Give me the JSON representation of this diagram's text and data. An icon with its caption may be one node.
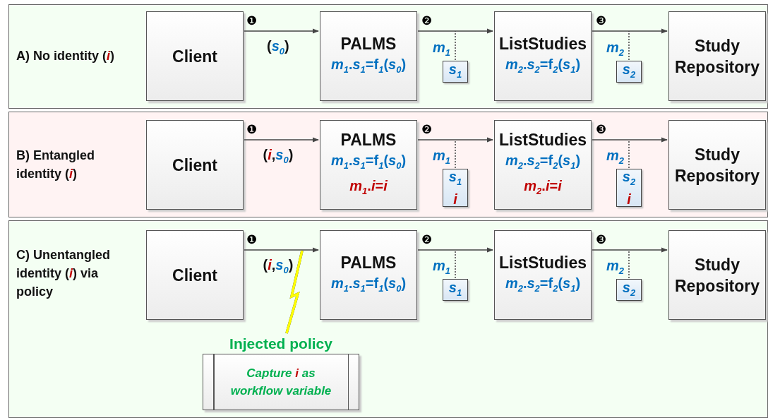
{
  "diagram": {
    "nodes": [
      {
        "text": [
          "A) No identity (*i*)"
        ]
      },
      {
        "text": [
          "Client"
        ],
        "in": 0
      },
      {
        "text": [
          "PALMS",
          "*m*$_{1}$.*s*$_{1}$=f$_{1}$(*s*$_{0}$)"
        ],
        "in": 0
      },
      {
        "text": [
          "*s*$_{1}$"
        ],
        "in": 0,
        "beside": [
          "*m*$_{1}$"
        ]
      },
      {
        "text": [
          "ListStudies",
          "*m*$_{2}$.*s*$_{2}$=f$_{2}$(*s*$_{1}$)"
        ],
        "in": 0
      },
      {
        "text": [
          "*s*$_{2}$"
        ],
        "in": 0,
        "beside": [
          "*m*$_{2}$"
        ]
      },
      {
        "text": [
          "Study Repository"
        ],
        "in": 0
      },
      {
        "text": [
          "B) Entangled identity (*i*)"
        ]
      },
      {
        "text": [
          "Client"
        ],
        "in": 7
      },
      {
        "text": [
          "PALMS",
          "*m*$_{1}$.*s*$_{1}$=f$_{1}$(*s*$_{0}$)",
          "*m*$_{1}$.*i*=*i*"
        ],
        "in": 7
      },
      {
        "text": [
          "*s*$_{1}$",
          "*i*"
        ],
        "in": 7,
        "beside": [
          "*m*$_{1}$"
        ]
      },
      {
        "text": [
          "ListStudies",
          "*m*$_{2}$.*s*$_{2}$=f$_{2}$(*s*$_{1}$)",
          "*m*$_{2}$.*i*=*i*"
        ],
        "in": 7
      },
      {
        "text": [
          "*s*$_{2}$",
          "*i*"
        ],
        "in": 7,
        "beside": [
          "*m*$_{2}$"
        ]
      },
      {
        "text": [
          "Study Repository"
        ],
        "in": 7
      },
      {
        "text": [
          "C) Unentangled identity (*i*) via policy"
        ]
      },
      {
        "text": [
          "Client"
        ],
        "in": 14
      },
      {
        "text": [
          "PALMS",
          "*m*$_{1}$.*s*$_{1}$=f$_{1}$(*s*$_{0}$)"
        ],
        "in": 14
      },
      {
        "text": [
          "*s*$_{1}$"
        ],
        "in": 14,
        "beside": [
          "*m*$_{1}$"
        ]
      },
      {
        "text": [
          "ListStudies",
          "*m*$_{2}$.*s*$_{2}$=f$_{2}$(*s*$_{1}$)"
        ],
        "in": 14
      },
      {
        "text": [
          "*s*$_{2}$"
        ],
        "in": 14,
        "beside": [
          "*m*$_{2}$"
        ]
      },
      {
        "text": [
          "Study Repository"
        ],
        "in": 14
      },
      {
        "text": [
          "Injected policy",
          "Capture *i* as workflow variable"
        ],
        "in": 14
      }
    ],
    "edges": [
      {
        "from": 1,
        "to": 2,
        "arrow": "to",
        "label": "(*s*$_{0}$)"
      },
      {
        "from": 2,
        "to": 4,
        "arrow": "to"
      },
      {
        "from": 4,
        "to": 6,
        "arrow": "to"
      },
      {
        "from": 3,
        "to": null,
        "arrow": "none",
        "style": "dashed"
      },
      {
        "from": 5,
        "to": null,
        "arrow": "none",
        "style": "dashed"
      },
      {
        "from": 8,
        "to": 9,
        "arrow": "to",
        "label": "(*i*,*s*$_{0}$)"
      },
      {
        "from": 9,
        "to": 11,
        "arrow": "to"
      },
      {
        "from": 11,
        "to": 13,
        "arrow": "to"
      },
      {
        "from": 10,
        "to": null,
        "arrow": "none",
        "style": "dashed"
      },
      {
        "from": 12,
        "to": null,
        "arrow": "none",
        "style": "dashed"
      },
      {
        "from": 15,
        "to": 16,
        "arrow": "to",
        "label": "(*i*,*s*$_{0}$)"
      },
      {
        "from": 16,
        "to": 18,
        "arrow": "to"
      },
      {
        "from": 18,
        "to": 20,
        "arrow": "to"
      },
      {
        "from": 17,
        "to": null,
        "arrow": "none",
        "style": "dashed"
      },
      {
        "from": 19,
        "to": null,
        "arrow": "none",
        "style": "dashed"
      },
      {
        "from": 21,
        "to": null,
        "arrow": "none",
        "style": "thick",
        "color": "#ffff00"
      }
    ],
    "labels": [
      "❶",
      "❷",
      "❸",
      "❶",
      "❷",
      "❸",
      "❶",
      "❷",
      "❸"
    ]
  }
}
